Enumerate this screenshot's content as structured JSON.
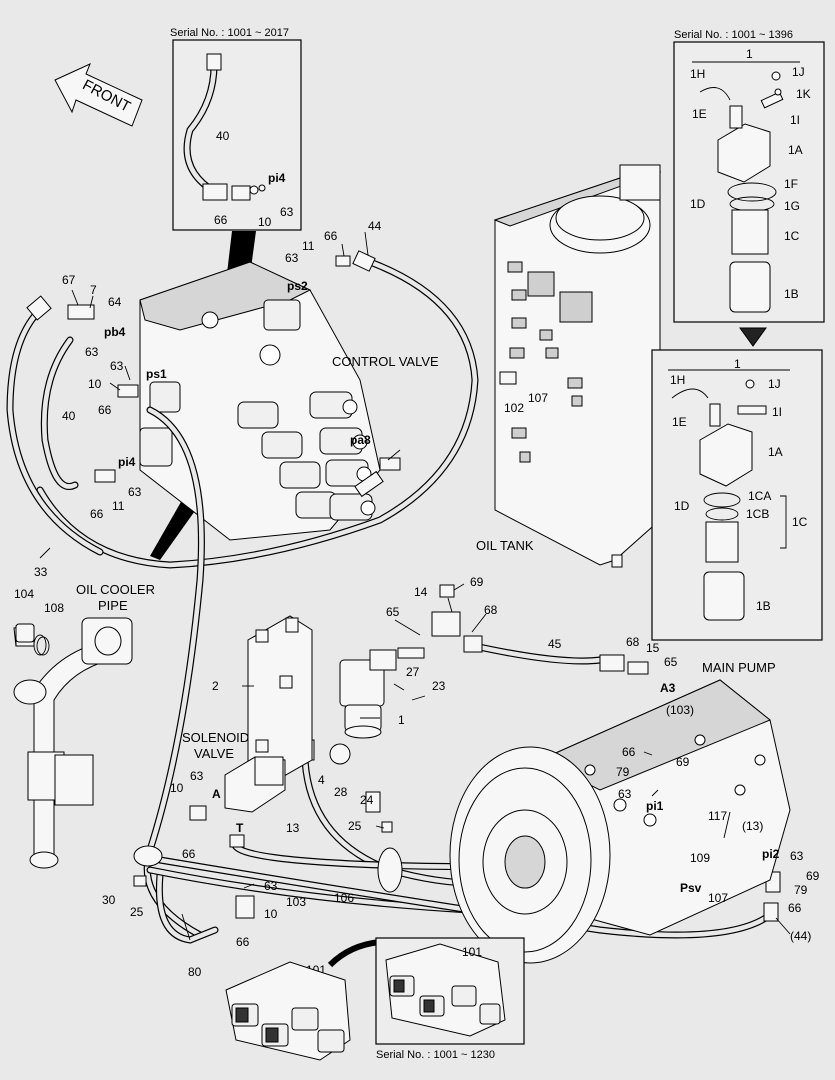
{
  "captions": {
    "front": "FRONT",
    "control_valve": "CONTROL VALVE",
    "oil_tank": "OIL TANK",
    "oil_cooler_line1": "OIL COOLER",
    "oil_cooler_line2": "PIPE",
    "main_pump": "MAIN PUMP",
    "solenoid_line1": "SOLENOID",
    "solenoid_line2": "VALVE"
  },
  "inset_top_left": {
    "serial": "Serial No. : 1001 ~ 2017",
    "labels": [
      "40",
      "pi4",
      "66",
      "10",
      "63"
    ]
  },
  "inset_top_right": {
    "serial": "Serial No. : 1001 ~ 1396",
    "labels": [
      "1",
      "1H",
      "1J",
      "1K",
      "1E",
      "1I",
      "1A",
      "1F",
      "1D",
      "1G",
      "1C",
      "1B"
    ]
  },
  "inset_mid_right": {
    "labels": [
      "1",
      "1H",
      "1J",
      "1E",
      "1I",
      "1A",
      "1CA",
      "1D",
      "1CB",
      "1C",
      "1B"
    ]
  },
  "inset_bottom": {
    "serial": "Serial No. : 1001 ~ 1230",
    "label": "101"
  },
  "main_labels": {
    "l44": "44",
    "l66a": "66",
    "l11a": "11",
    "l63a": "63",
    "ps2": "ps2",
    "l67": "67",
    "l7": "7",
    "l64": "64",
    "pb4": "pb4",
    "l63b": "63",
    "l63c": "63",
    "ps1": "ps1",
    "l10a": "10",
    "l66b": "66",
    "l40": "40",
    "pi4": "pi4",
    "l63d": "63",
    "l66c": "66",
    "l11b": "11",
    "pa8": "pa8",
    "l33": "33",
    "l102": "102",
    "l107a": "107",
    "l104": "104",
    "l108": "108",
    "l14": "14",
    "l69a": "69",
    "l65a": "65",
    "l68a": "68",
    "l45": "45",
    "l68b": "68",
    "l15": "15",
    "l65b": "65",
    "A3": "A3",
    "l2": "2",
    "l27": "27",
    "l23": "23",
    "l1": "1",
    "l4": "4",
    "l28": "28",
    "l24": "24",
    "l103a": "(103)",
    "l66d": "66",
    "l79a": "79",
    "l69b": "69",
    "l63e": "63",
    "pi1": "pi1",
    "l10b": "10",
    "l63f": "63",
    "A": "A",
    "T": "T",
    "l66e": "66",
    "l13": "13",
    "l25a": "25",
    "l117": "117",
    "l13p": "(13)",
    "pi2": "pi2",
    "l63g": "63",
    "l69c": "69",
    "l109": "109",
    "Psv": "Psv",
    "l107b": "107",
    "l79b": "79",
    "l66f": "66",
    "l44p": "(44)",
    "l30": "30",
    "l25b": "25",
    "l63h": "63",
    "l103b": "103",
    "l106": "106",
    "l10c": "10",
    "l66g": "66",
    "l80": "80",
    "l101": "101"
  }
}
